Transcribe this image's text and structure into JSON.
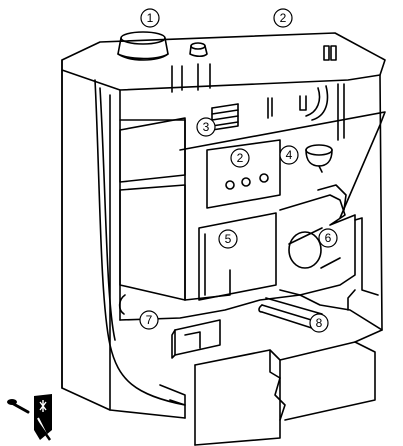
{
  "callouts": [
    {
      "id": "c1",
      "label": "1"
    },
    {
      "id": "c2a",
      "label": "2"
    },
    {
      "id": "c2b",
      "label": "2"
    },
    {
      "id": "c3",
      "label": "3"
    },
    {
      "id": "c4",
      "label": "4"
    },
    {
      "id": "c5",
      "label": "5"
    },
    {
      "id": "c6",
      "label": "6"
    },
    {
      "id": "c7",
      "label": "7"
    },
    {
      "id": "c8",
      "label": "8"
    }
  ],
  "icons": {
    "corner": "tools-icon"
  },
  "colors": {
    "line": "#000000",
    "background": "#ffffff"
  }
}
